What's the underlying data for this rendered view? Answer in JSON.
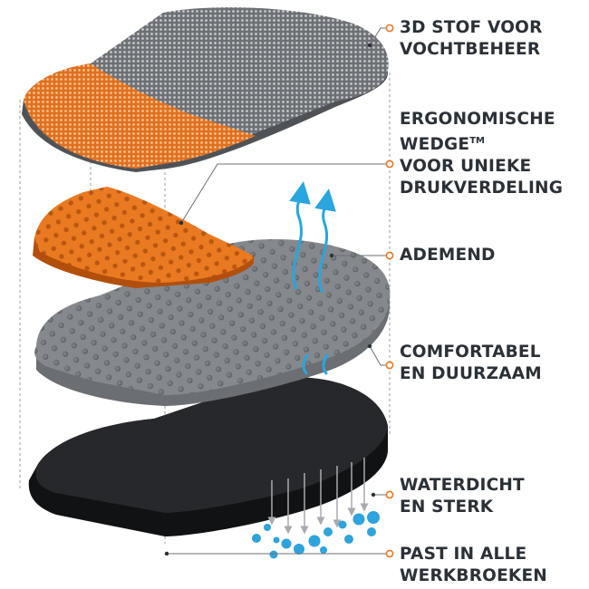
{
  "accent_color": "#e87722",
  "text_color": "#2b3137",
  "features": [
    {
      "id": "stof",
      "lines": [
        "3D STOF VOOR",
        "VOCHTBEHEER"
      ]
    },
    {
      "id": "wedge",
      "lines": [
        "ERGONOMISCHE",
        "WEDGE",
        "VOOR UNIEKE",
        "DRUKVERDELING"
      ],
      "trademark": "TM"
    },
    {
      "id": "ademend",
      "lines": [
        "ADEMEND"
      ]
    },
    {
      "id": "comfort",
      "lines": [
        "COMFORTABEL",
        "EN DUURZAAM"
      ]
    },
    {
      "id": "waterdicht",
      "lines": [
        "WATERDICHT",
        "EN STERK"
      ]
    },
    {
      "id": "past",
      "lines": [
        "PAST IN ALLE",
        "WERKBROEKEN"
      ]
    }
  ],
  "icons": [
    "airflow-arrows-icon",
    "water-droplets-icon",
    "downward-arrows-icon"
  ]
}
